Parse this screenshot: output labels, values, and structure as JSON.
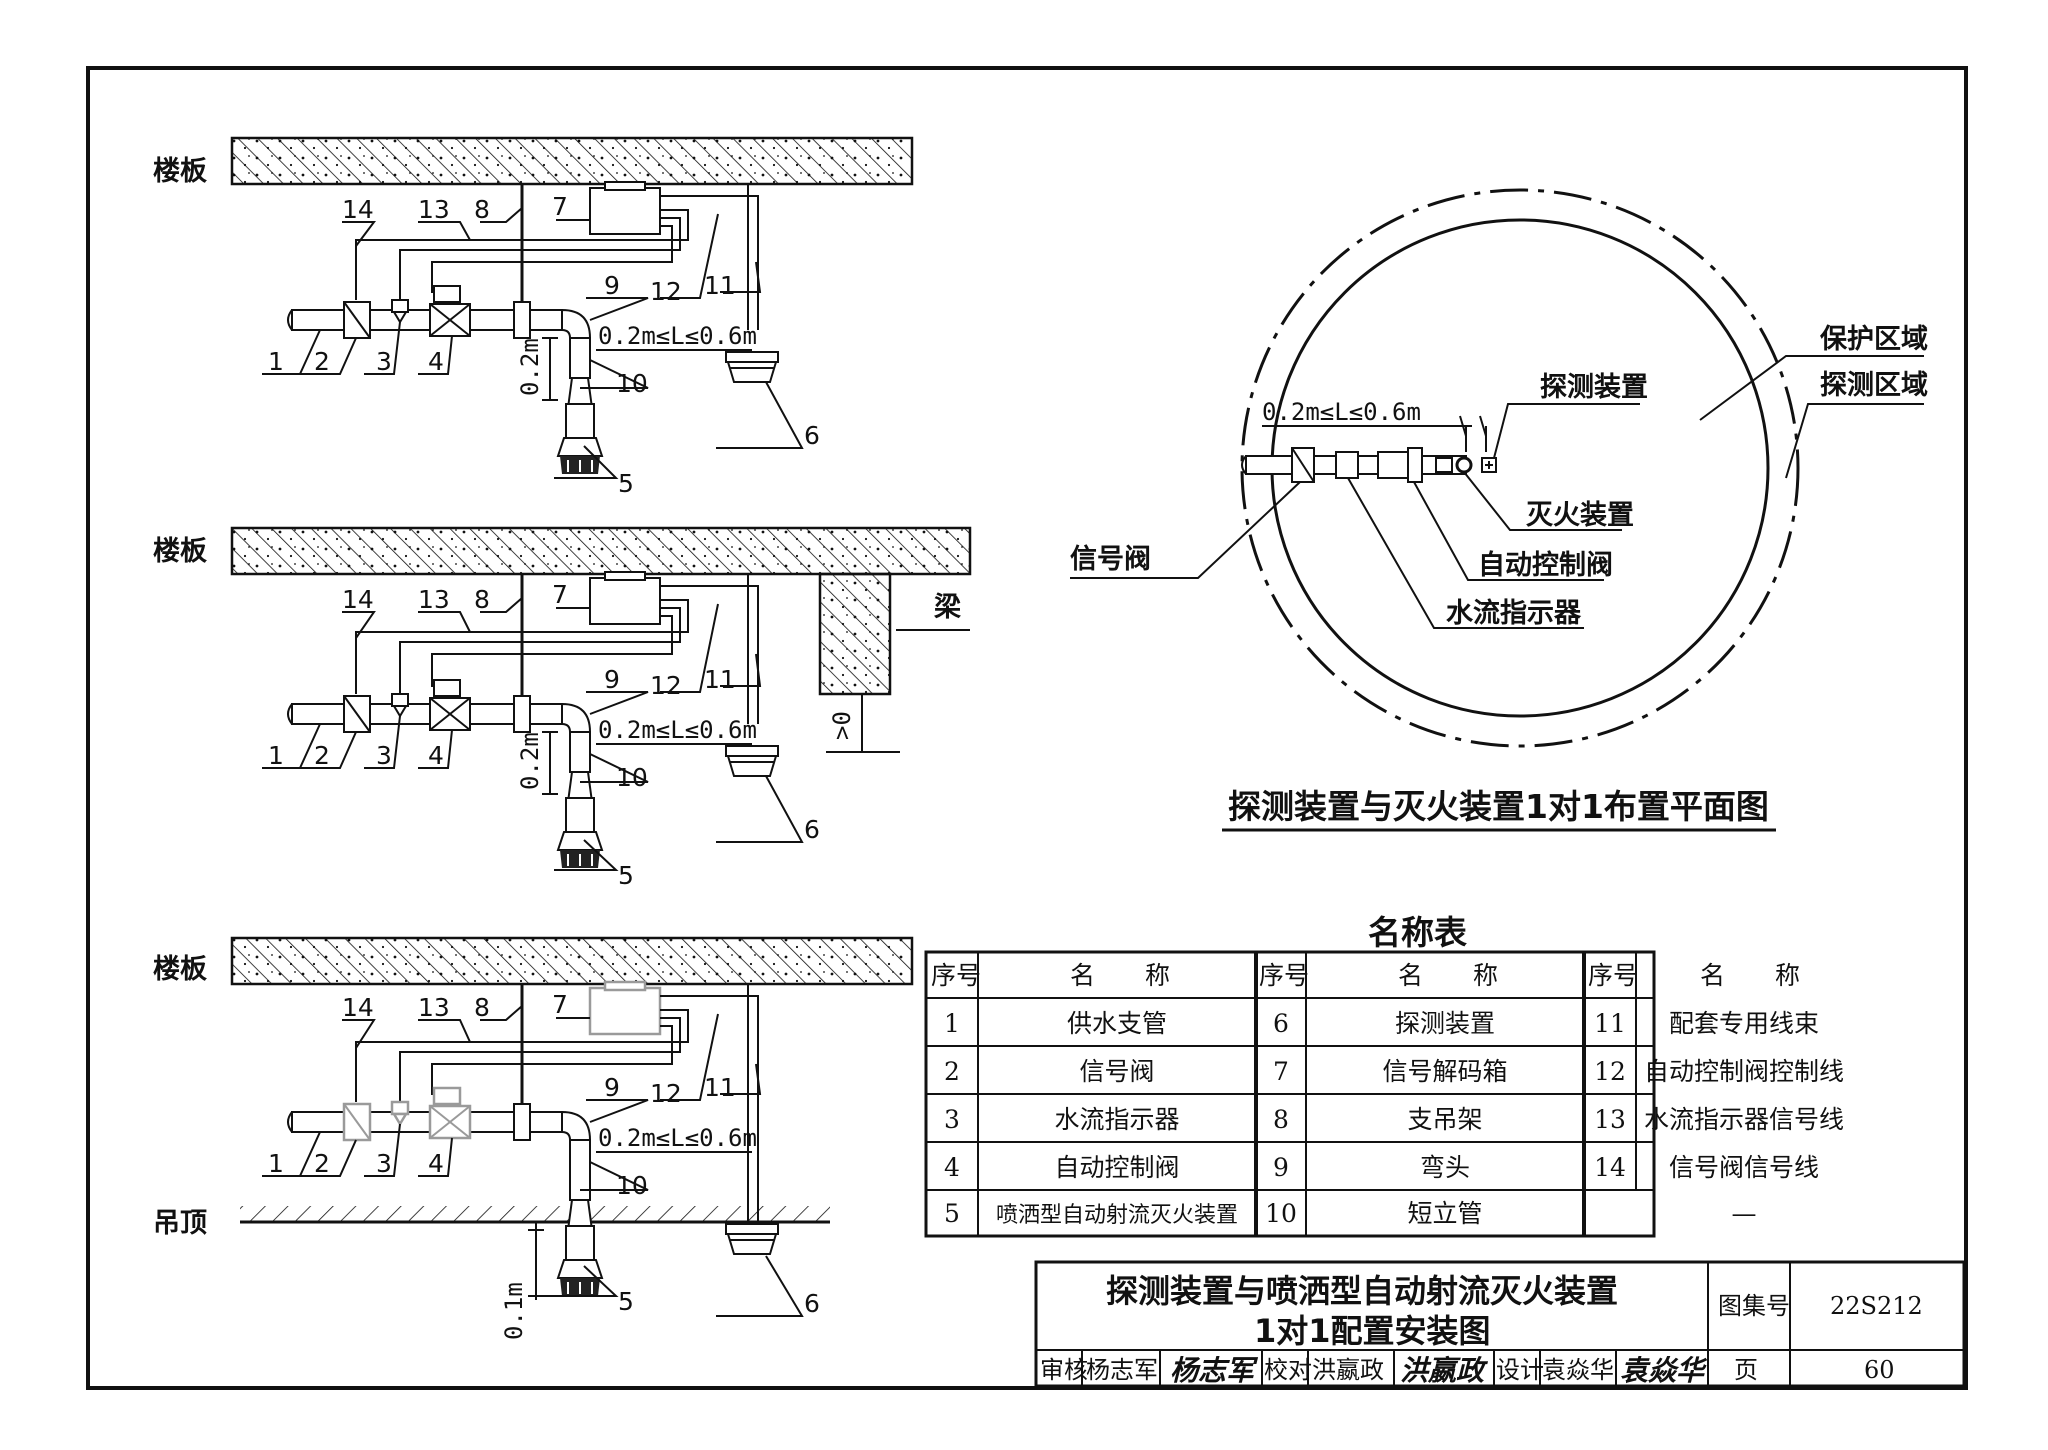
{
  "labels": {
    "slab": "楼板",
    "beam": "梁",
    "ceiling": "吊顶",
    "distance": "0.2m≤L≤0.6m",
    "drop_02": "0.2m",
    "drop_01": "0.1m",
    "gt0": ">0",
    "callouts": [
      "1",
      "2",
      "3",
      "4",
      "5",
      "6",
      "7",
      "8",
      "9",
      "10",
      "11",
      "12",
      "13",
      "14"
    ]
  },
  "plan": {
    "title": "探测装置与灭火装置1对1布置平面图",
    "distance": "0.2m≤L≤0.6m",
    "protection_zone": "保护区域",
    "detection_zone": "探测区域",
    "detector": "探测装置",
    "extinguisher": "灭火装置",
    "auto_valve": "自动控制阀",
    "flow_indicator": "水流指示器",
    "signal_valve": "信号阀"
  },
  "table": {
    "title": "名称表",
    "headers": [
      "序号",
      "名　　称"
    ],
    "rows": [
      [
        [
          "1",
          "供水支管"
        ],
        [
          "6",
          "探测装置"
        ],
        [
          "11",
          "配套专用线束"
        ]
      ],
      [
        [
          "2",
          "信号阀"
        ],
        [
          "7",
          "信号解码箱"
        ],
        [
          "12",
          "自动控制阀控制线"
        ]
      ],
      [
        [
          "3",
          "水流指示器"
        ],
        [
          "8",
          "支吊架"
        ],
        [
          "13",
          "水流指示器信号线"
        ]
      ],
      [
        [
          "4",
          "自动控制阀"
        ],
        [
          "9",
          "弯头"
        ],
        [
          "14",
          "信号阀信号线"
        ]
      ],
      [
        [
          "5",
          "喷洒型自动射流灭火装置"
        ],
        [
          "10",
          "短立管"
        ],
        [
          "",
          "—"
        ]
      ]
    ]
  },
  "title_block": {
    "title_line1": "探测装置与喷洒型自动射流灭火装置",
    "title_line2": "1对1配置安装图",
    "atlas_label": "图集号",
    "atlas_no": "22S212",
    "page_label": "页",
    "page_no": "60",
    "review_label": "审核",
    "reviewer": "杨志军",
    "reviewer_sig": "杨志军",
    "check_label": "校对",
    "checker": "洪嬴政",
    "checker_sig": "洪嬴政",
    "design_label": "设计",
    "designer": "袁焱华",
    "designer_sig": "袁焱华"
  }
}
